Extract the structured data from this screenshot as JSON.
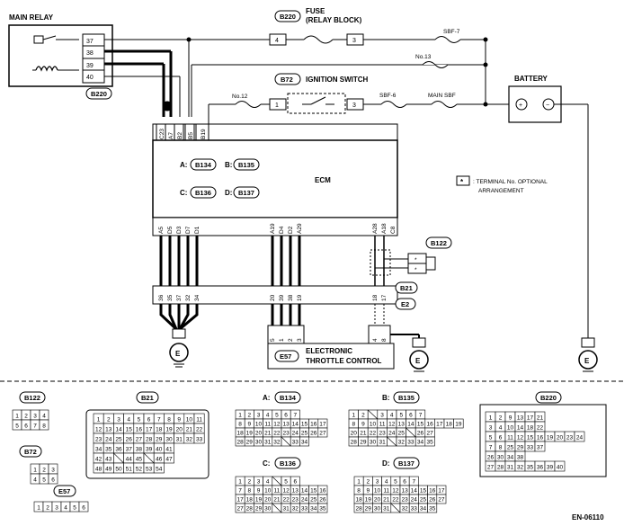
{
  "labels": {
    "main_relay": "MAIN RELAY",
    "fuse": "FUSE",
    "relay_block": "(RELAY BLOCK)",
    "ignition_switch": "IGNITION SWITCH",
    "battery": "BATTERY",
    "sbf7": "SBF-7",
    "sbf6": "SBF-6",
    "main_sbf": "MAIN SBF",
    "no13": "No.13",
    "no12": "No.12",
    "ecm": "ECM",
    "etc_line1": "ELECTRONIC",
    "etc_line2": "THROTTLE CONTROL",
    "note_star": "*",
    "note_line1": ": TERMINAL No. OPTIONAL",
    "note_line2": "ARRANGEMENT",
    "ground": "E",
    "fig_code": "EN-06110",
    "plus": "+",
    "minus": "−",
    "a_prefix": "A:",
    "b_prefix": "B:",
    "c_prefix": "C:",
    "d_prefix": "D:"
  },
  "connectors": {
    "B220": "B220",
    "B72": "B72",
    "B134": "B134",
    "B135": "B135",
    "B136": "B136",
    "B137": "B137",
    "B122": "B122",
    "B21": "B21",
    "E2": "E2",
    "E57": "E57"
  },
  "relay_pins": [
    "37",
    "38",
    "39",
    "40"
  ],
  "fuse_pins": {
    "left": "4",
    "right": "3"
  },
  "ign_pins": {
    "left": "1",
    "right": "3"
  },
  "ecm_top_pins": [
    "C23",
    "A7",
    "B2",
    "B5",
    "B19"
  ],
  "ecm_bottom_left": [
    "A5",
    "D5",
    "D3",
    "D7",
    "D1"
  ],
  "ecm_bottom_mid": [
    "A19",
    "D4",
    "D2",
    "A29"
  ],
  "ecm_bottom_right": [
    "A28",
    "A18",
    "C8"
  ],
  "b21_left": [
    "36",
    "35",
    "37",
    "32",
    "34"
  ],
  "b21_mid": [
    "20",
    "39",
    "38",
    "19"
  ],
  "b21_right": [
    "18",
    "17"
  ],
  "e57_pins": [
    "5",
    "1",
    "2",
    "3"
  ],
  "e2_pins": [
    "4",
    "8"
  ],
  "b122_pins": [
    "*",
    "*"
  ],
  "faces": {
    "b122": {
      "rows": [
        [
          "1",
          "2",
          "3",
          "4"
        ],
        [
          "5",
          "6",
          "7",
          "8"
        ]
      ]
    },
    "b72": {
      "rows": [
        [
          "1",
          "2",
          "3"
        ],
        [
          "4",
          "5",
          "6"
        ]
      ]
    },
    "e57": {
      "rows": [
        [
          "1",
          "2",
          "3",
          "4",
          "5",
          "6"
        ]
      ]
    },
    "b21": {
      "rows": [
        [
          "1",
          "2",
          "3",
          "4",
          "5",
          "6",
          "7",
          "8",
          "9",
          "10",
          "11"
        ],
        [
          "12",
          "13",
          "14",
          "15",
          "16",
          "17",
          "18",
          "19",
          "20",
          "21",
          "22"
        ],
        [
          "23",
          "24",
          "25",
          "26",
          "27",
          "28",
          "29",
          "30",
          "31",
          "32",
          "33"
        ],
        [
          "34",
          "35",
          "36",
          "37",
          "38",
          "39",
          "40",
          "41"
        ],
        [
          "42",
          "43",
          "",
          "44",
          "45",
          "",
          "46",
          "47"
        ],
        [
          "48",
          "49",
          "50",
          "51",
          "52",
          "53",
          "54"
        ]
      ]
    },
    "b134": {
      "rows": [
        [
          "1",
          "2",
          "3",
          "4",
          "5",
          "6",
          "7"
        ],
        [
          "8",
          "9",
          "10",
          "11",
          "12",
          "13",
          "14",
          "15",
          "16",
          "17"
        ],
        [
          "18",
          "19",
          "20",
          "21",
          "22",
          "23",
          "24",
          "25",
          "26",
          "27"
        ],
        [
          "28",
          "29",
          "30",
          "31",
          "32",
          "",
          "33",
          "34"
        ]
      ]
    },
    "b135": {
      "rows": [
        [
          "1",
          "2",
          "",
          "3",
          "4",
          "5",
          "6",
          "7"
        ],
        [
          "8",
          "9",
          "10",
          "11",
          "12",
          "13",
          "14",
          "15",
          "16",
          "17",
          "18",
          "19"
        ],
        [
          "20",
          "21",
          "22",
          "23",
          "24",
          "25",
          "",
          "26",
          "27"
        ],
        [
          "28",
          "29",
          "30",
          "31",
          "",
          "32",
          "33",
          "34",
          "35"
        ]
      ]
    },
    "b136": {
      "rows": [
        [
          "1",
          "2",
          "3",
          "4",
          "",
          "5",
          "6"
        ],
        [
          "7",
          "8",
          "9",
          "10",
          "11",
          "12",
          "13",
          "14",
          "15",
          "16"
        ],
        [
          "17",
          "18",
          "19",
          "20",
          "21",
          "22",
          "23",
          "24",
          "25",
          "26"
        ],
        [
          "27",
          "28",
          "29",
          "30",
          "",
          "31",
          "32",
          "33",
          "34",
          "35"
        ]
      ]
    },
    "b137": {
      "rows": [
        [
          "1",
          "2",
          "3",
          "4",
          "5",
          "6",
          "7"
        ],
        [
          "8",
          "9",
          "10",
          "11",
          "12",
          "13",
          "14",
          "15",
          "16",
          "17"
        ],
        [
          "18",
          "19",
          "20",
          "21",
          "22",
          "23",
          "24",
          "25",
          "26",
          "27"
        ],
        [
          "28",
          "29",
          "30",
          "31",
          "",
          "32",
          "33",
          "34",
          "35"
        ]
      ]
    },
    "b220": {
      "rows": [
        [
          "1",
          "2",
          "9",
          "13",
          "17",
          "21"
        ],
        [
          "3",
          "4",
          "10",
          "14",
          "18",
          "22"
        ],
        [
          "5",
          "6",
          "11",
          "12",
          "15",
          "16",
          "19",
          "20",
          "23",
          "24"
        ],
        [
          "7",
          "8",
          "25",
          "29",
          "33",
          "37"
        ],
        [
          "26",
          "30",
          "34",
          "38"
        ],
        [
          "27",
          "28",
          "31",
          "32",
          "35",
          "36",
          "39",
          "40"
        ]
      ]
    }
  }
}
